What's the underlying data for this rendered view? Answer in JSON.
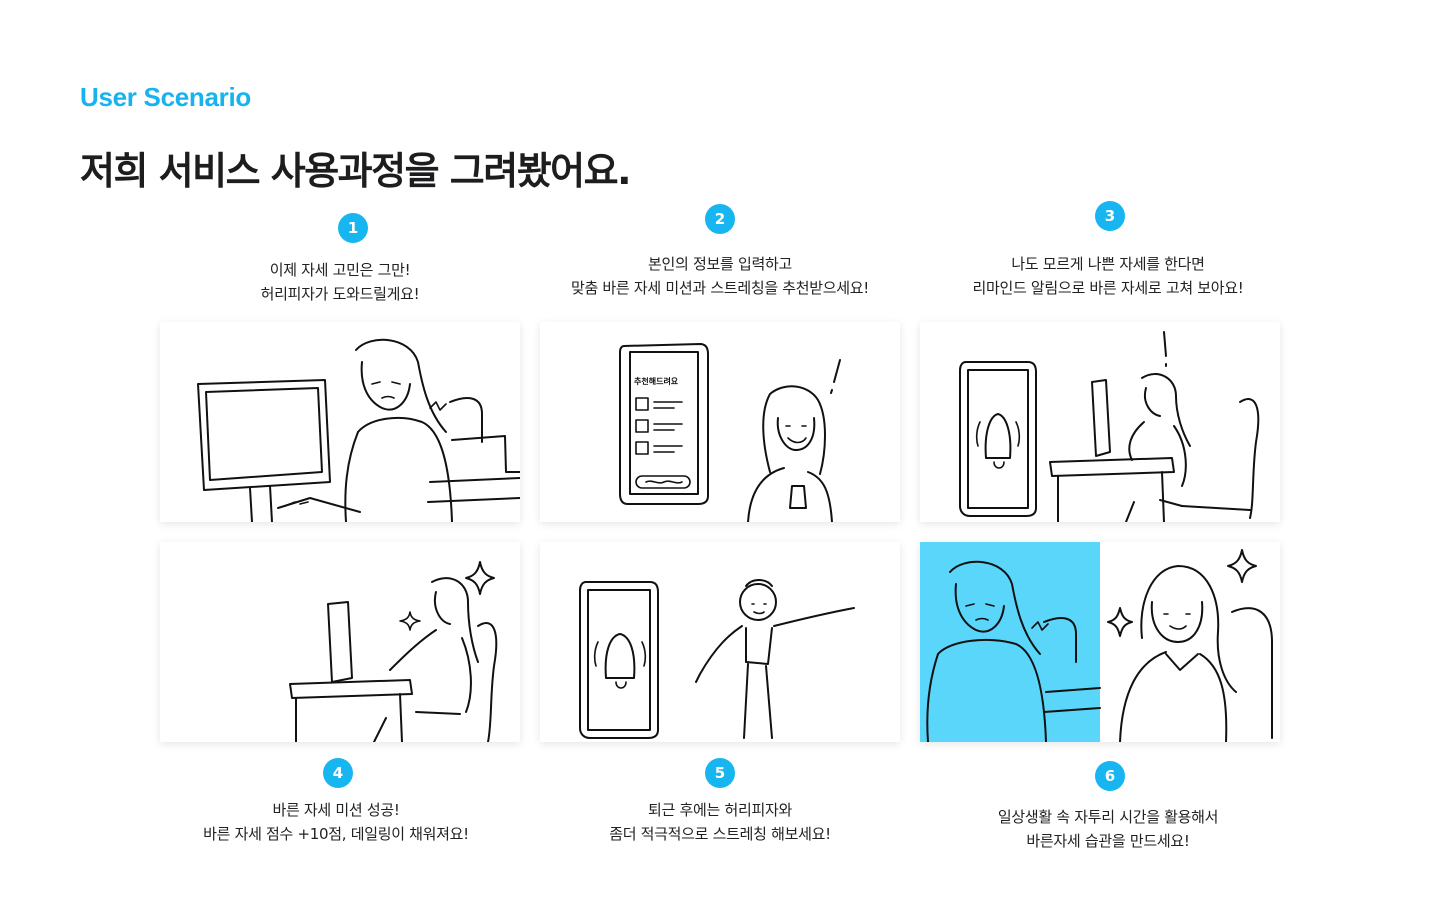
{
  "eyebrow": "User Scenario",
  "headline": "저희 서비스 사용과정을 그려봤어요.",
  "colors": {
    "accent": "#17b6f0",
    "highlight": "#5ad6fb"
  },
  "steps": [
    {
      "num": "1",
      "lines": [
        "이제 자세 고민은 그만!",
        "허리피자가 도와드릴게요!"
      ]
    },
    {
      "num": "2",
      "lines": [
        "본인의 정보를 입력하고",
        "맞춤 바른 자세 미션과 스트레칭을 추천받으세요!"
      ],
      "phone_text": "추천해드려요"
    },
    {
      "num": "3",
      "lines": [
        "나도 모르게 나쁜 자세를 한다면",
        "리마인드 알림으로 바른 자세로 고쳐 보아요!"
      ]
    },
    {
      "num": "4",
      "lines": [
        "바른 자세 미션 성공!",
        "바른 자세 점수 +10점, 데일링이 채워져요!"
      ]
    },
    {
      "num": "5",
      "lines": [
        "퇴근 후에는 허리피자와",
        "좀더 적극적으로 스트레칭 해보세요!"
      ]
    },
    {
      "num": "6",
      "lines": [
        "일상생활 속 자투리 시간을 활용해서",
        "바른자세 습관을 만드세요!"
      ]
    }
  ],
  "icons": {
    "panel1": [
      "computer-monitor-icon",
      "keyboard-icon",
      "worried-person-icon"
    ],
    "panel2": [
      "smartphone-icon",
      "checklist-icon",
      "happy-person-icon",
      "exclamation-icon"
    ],
    "panel3": [
      "smartphone-icon",
      "bell-icon",
      "desk-worker-icon",
      "exclamation-icon"
    ],
    "panel4": [
      "desk-worker-icon",
      "sparkle-icon"
    ],
    "panel5": [
      "smartphone-icon",
      "bell-icon",
      "stretching-person-icon"
    ],
    "panel6": [
      "worried-person-icon",
      "smiling-person-icon",
      "sparkle-icon"
    ]
  }
}
